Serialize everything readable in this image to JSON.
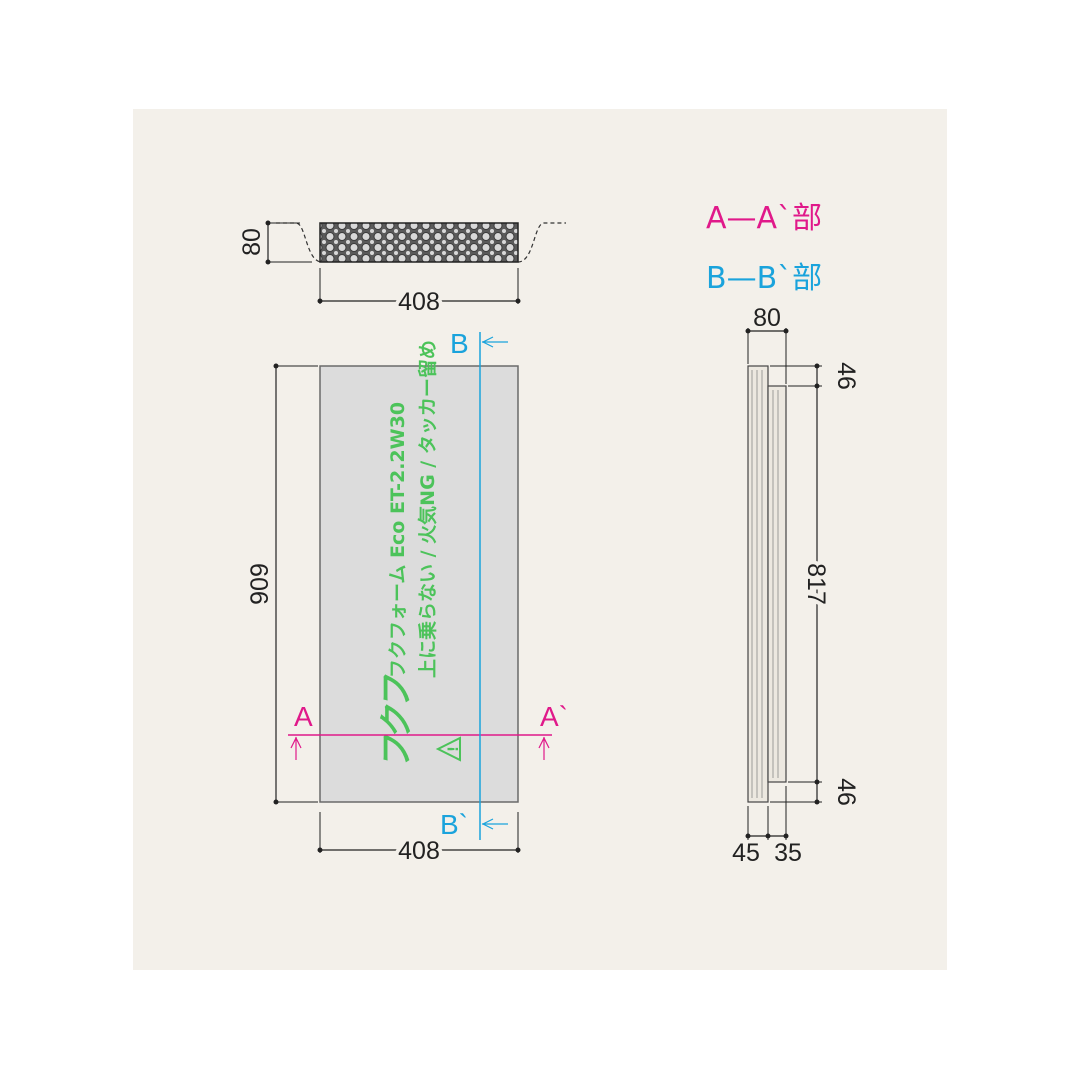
{
  "legend": {
    "section_a": "A—A`部",
    "section_b": "B—B`部"
  },
  "top_view": {
    "thickness_label": "80",
    "width_label": "408"
  },
  "front_view": {
    "height_label": "909",
    "width_label": "408",
    "marker_a_left": "A",
    "marker_a_right": "A`",
    "marker_b_top": "B",
    "marker_b_bottom": "B`",
    "board_print": {
      "logo": "フクフ",
      "line1": "フクフォーム Eco ET-2.2W30",
      "line2": "上に乗らない / 火気NG / タッカー留め",
      "warning_symbol": "!"
    }
  },
  "side_view": {
    "thickness_label": "80",
    "top_step_label": "46",
    "middle_label": "817",
    "bottom_step_label": "46",
    "bottom_left_label": "45",
    "bottom_right_label": "35"
  },
  "colors": {
    "background": "#f3f0ea",
    "board_fill": "#dcdcdc",
    "section_a": "#e0198a",
    "section_b": "#1aa3dc",
    "print_green": "#4cc35a"
  }
}
